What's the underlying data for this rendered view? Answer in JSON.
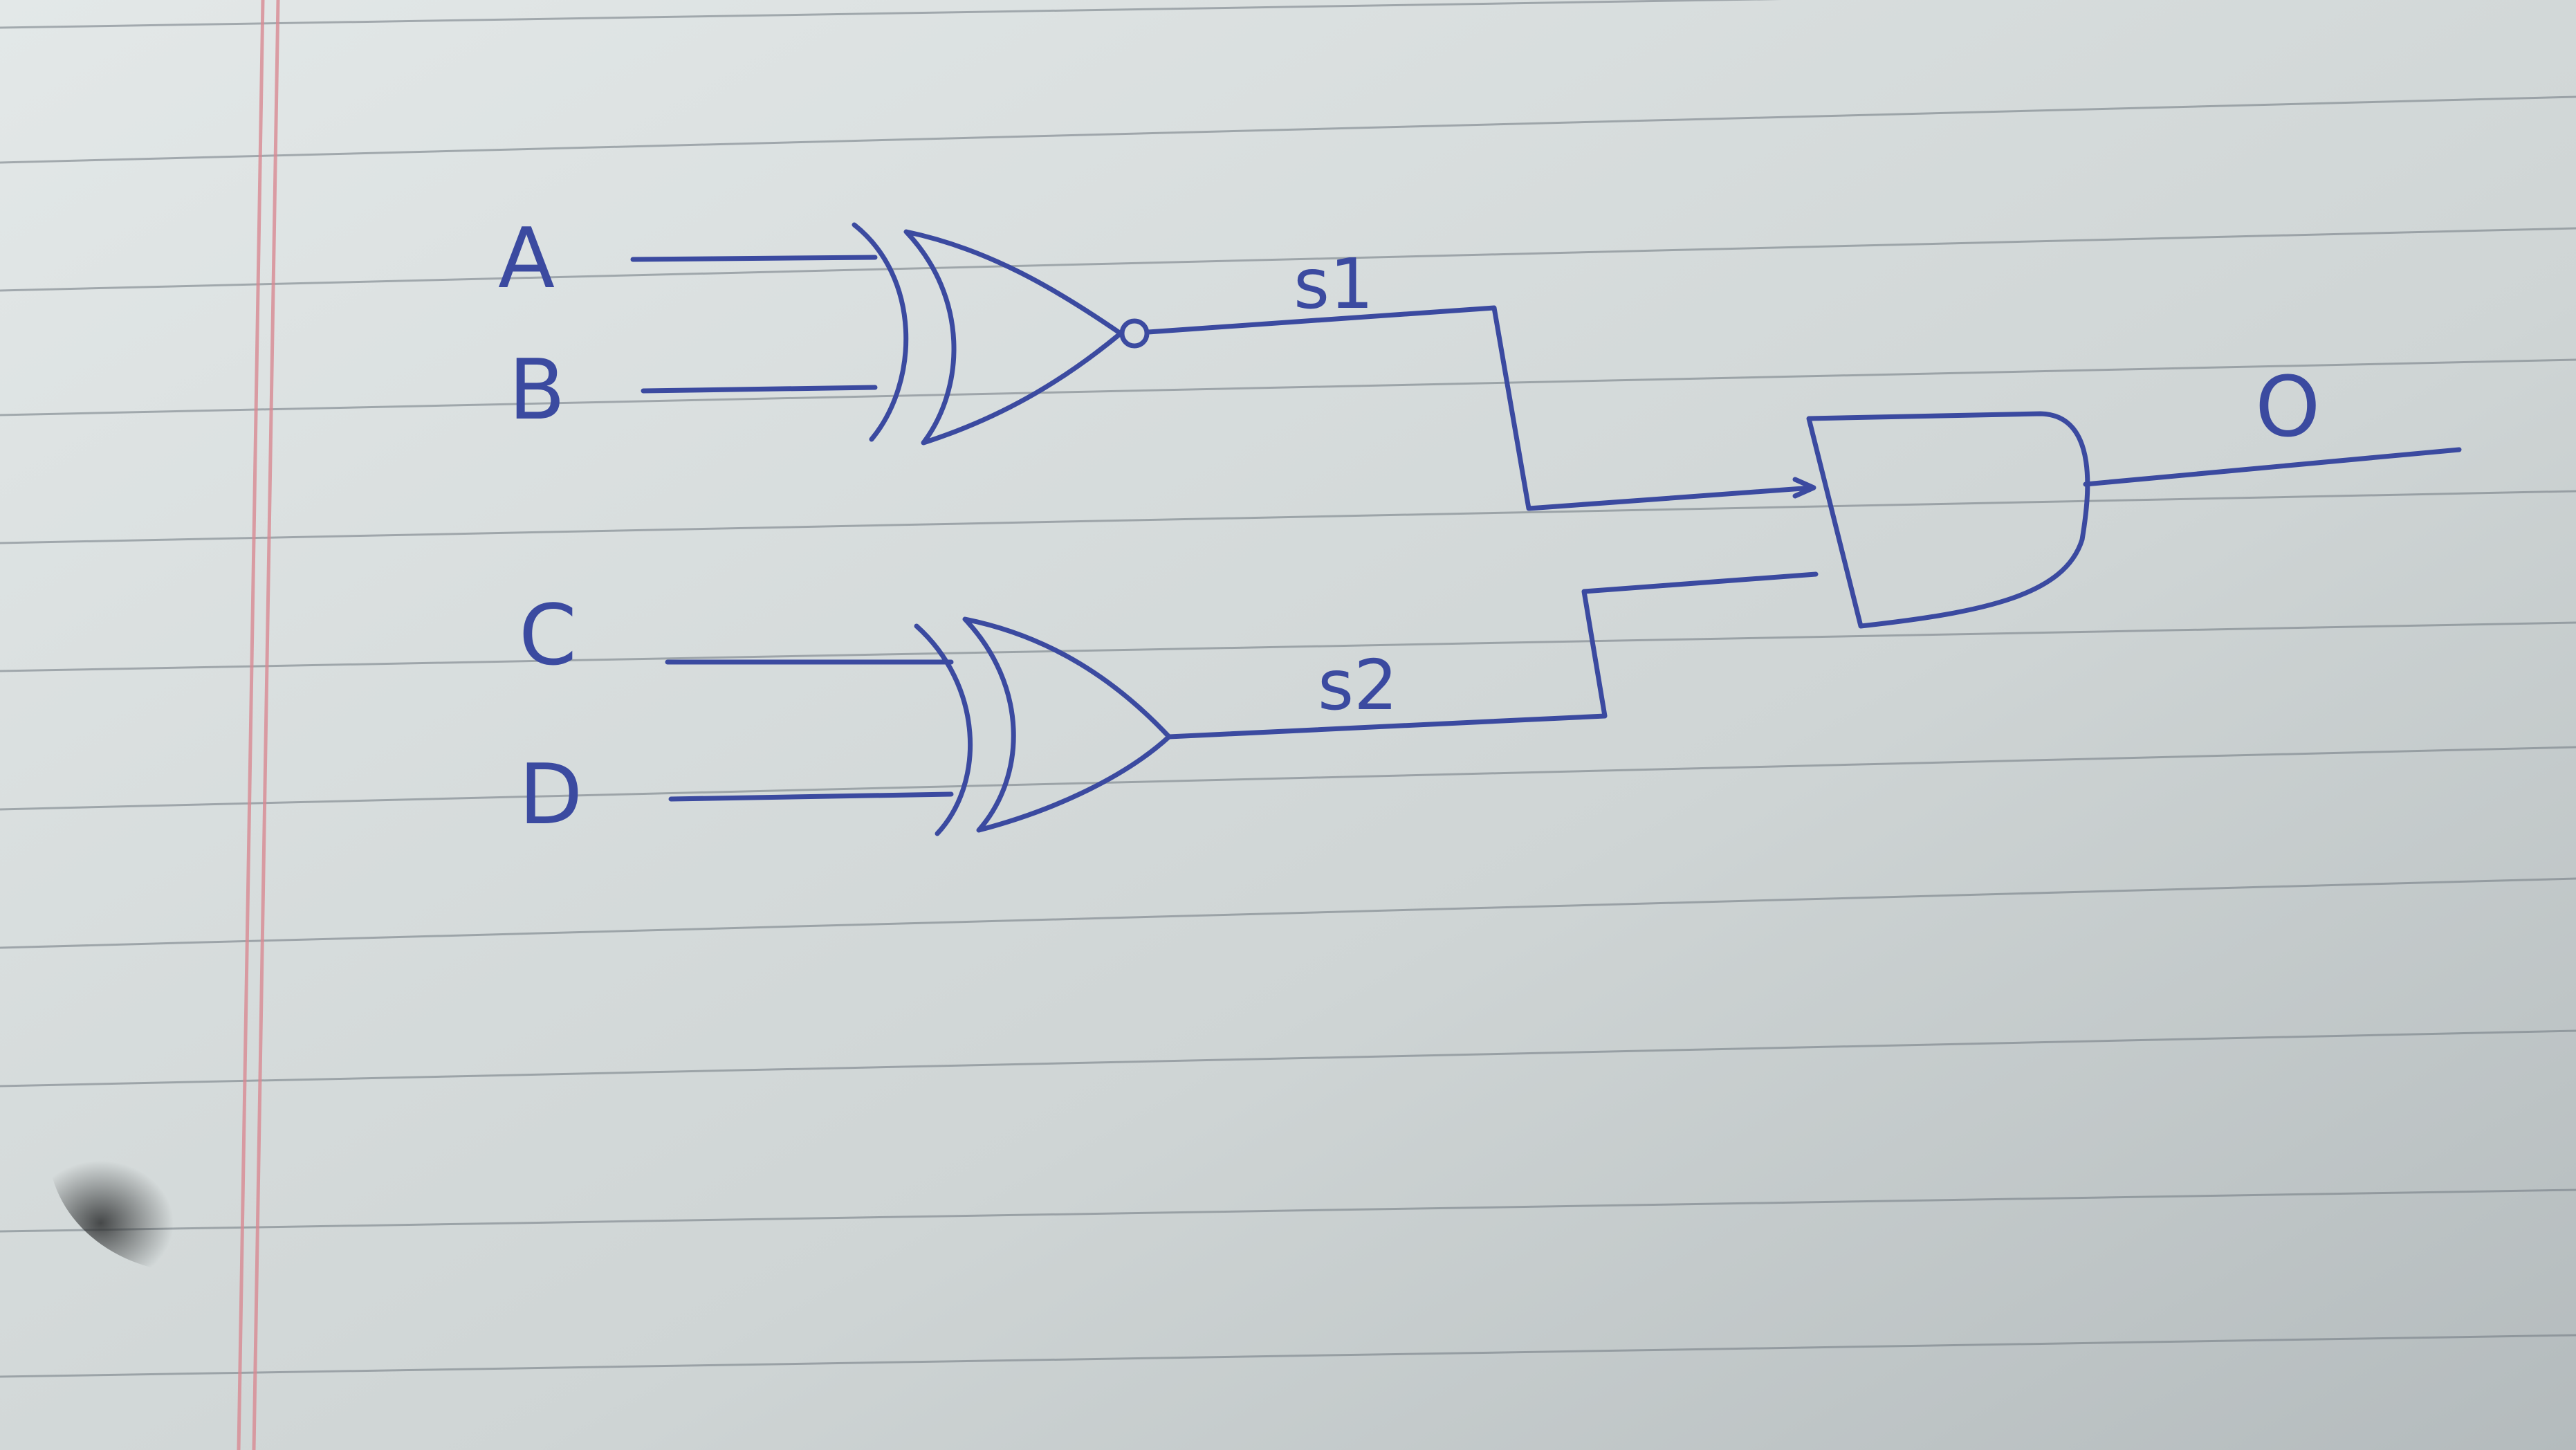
{
  "diagram": {
    "inputs": [
      {
        "id": "A",
        "label": "A"
      },
      {
        "id": "B",
        "label": "B"
      },
      {
        "id": "C",
        "label": "C"
      },
      {
        "id": "D",
        "label": "D"
      }
    ],
    "gates": [
      {
        "id": "g1",
        "type": "XNOR",
        "inputs": [
          "A",
          "B"
        ],
        "output": "s1"
      },
      {
        "id": "g2",
        "type": "XOR",
        "inputs": [
          "C",
          "D"
        ],
        "output": "s2"
      },
      {
        "id": "g3",
        "type": "AND",
        "inputs": [
          "s1",
          "s2"
        ],
        "output": "O"
      }
    ],
    "wire_labels": {
      "s1": "s1",
      "s2": "s2"
    },
    "output_label": "O"
  },
  "colors": {
    "ink": "#3b4aa0",
    "paper": "#cdd3d4",
    "margin_line": "#d98a93"
  }
}
